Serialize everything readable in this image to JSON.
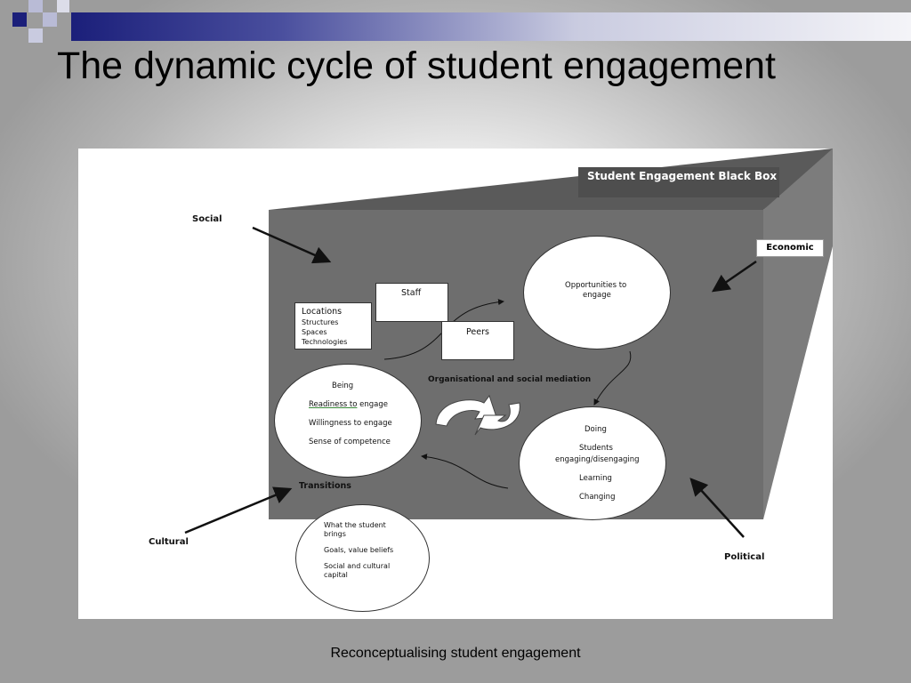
{
  "slide": {
    "title": "The dynamic cycle of student engagement",
    "footer": "Reconceptualising student engagement"
  },
  "diagram": {
    "box_title": "Student Engagement Black Box",
    "forces": {
      "social": "Social",
      "economic": "Economic",
      "cultural": "Cultural",
      "political": "Political"
    },
    "locations": {
      "heading": "Locations",
      "items": [
        "Structures",
        "Spaces",
        "Technologies"
      ]
    },
    "staff": "Staff",
    "peers": "Peers",
    "opportunities": {
      "line1": "Opportunities to",
      "line2": "engage"
    },
    "mediation": "Organisational and social mediation",
    "being": {
      "title": "Being",
      "readiness": "Readiness to",
      "readiness_rest": " engage",
      "willingness": "Willingness to  engage",
      "competence": "Sense of competence"
    },
    "doing": {
      "title": "Doing",
      "line1": "Students",
      "line2": "engaging/disengaging",
      "learning": "Learning",
      "changing": "Changing"
    },
    "transitions": "Transitions",
    "brings": {
      "line1": "What the student",
      "line2": "brings",
      "goals": "Goals, value beliefs",
      "capital1": "Social and cultural",
      "capital2": "capital"
    }
  },
  "colors": {
    "header_navy": "#1b1f7a",
    "box_front": "#6e6e6e",
    "box_top": "#5a5a5a",
    "box_side": "#7c7c7c"
  }
}
